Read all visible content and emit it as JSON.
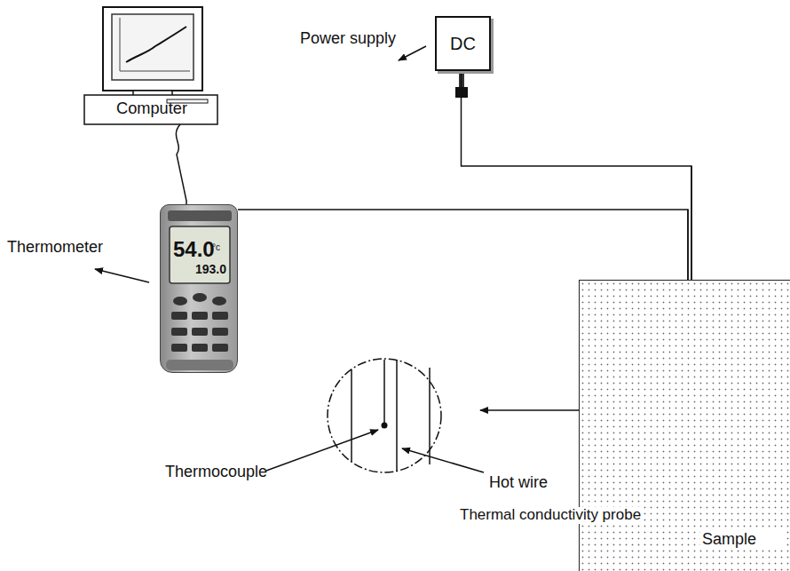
{
  "diagram": {
    "nodes": [
      {
        "text": [
          "Computer"
        ]
      },
      {
        "text": [
          "DC"
        ]
      },
      {
        "text": [
          "54.0",
          "°c",
          "193.0"
        ]
      },
      {
        "text": [
          "Sample"
        ]
      }
    ],
    "edges": [
      {
        "from": 0,
        "to": 2,
        "arrow": "none"
      },
      {
        "from": 2,
        "to": 3,
        "arrow": "none"
      },
      {
        "from": 1,
        "to": 3,
        "arrow": "none"
      }
    ],
    "labels": [
      "Power supply",
      "Thermometer",
      "Thermocouple",
      "Hot wire",
      "Thermal conductivity probe"
    ]
  }
}
